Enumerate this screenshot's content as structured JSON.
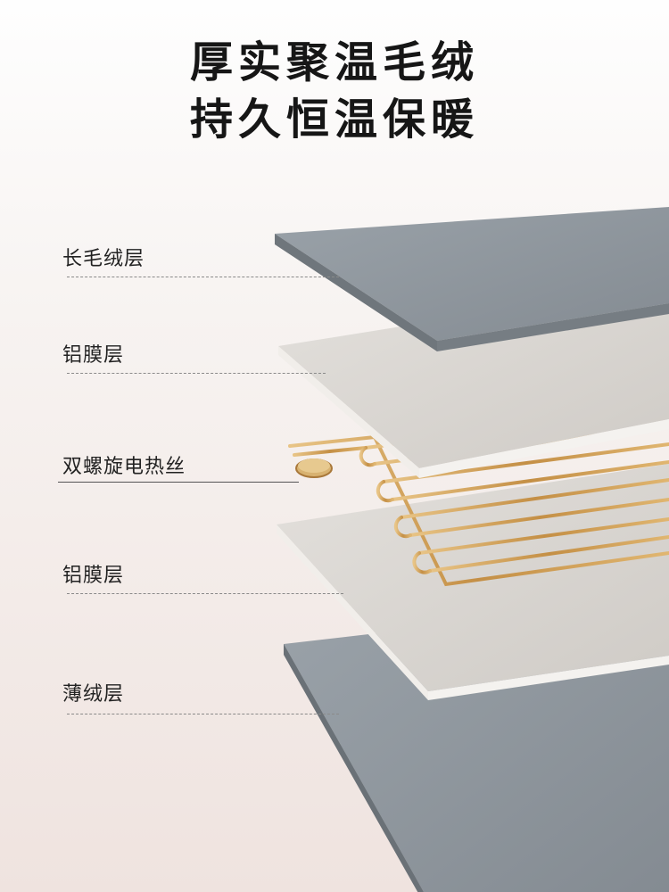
{
  "headline": {
    "line1": "厚实聚温毛绒",
    "line2": "持久恒温保暖"
  },
  "layers": [
    {
      "label": "长毛绒层"
    },
    {
      "label": "铝膜层"
    },
    {
      "label": "双螺旋电热丝"
    },
    {
      "label": "铝膜层"
    },
    {
      "label": "薄绒层"
    }
  ],
  "colors": {
    "plush": "#8e969d",
    "plush_edge": "#6f767c",
    "foil": "#d9d6d2",
    "foil_edge": "#ebe8e4",
    "wire": "#c99a55",
    "headline": "#161616"
  }
}
